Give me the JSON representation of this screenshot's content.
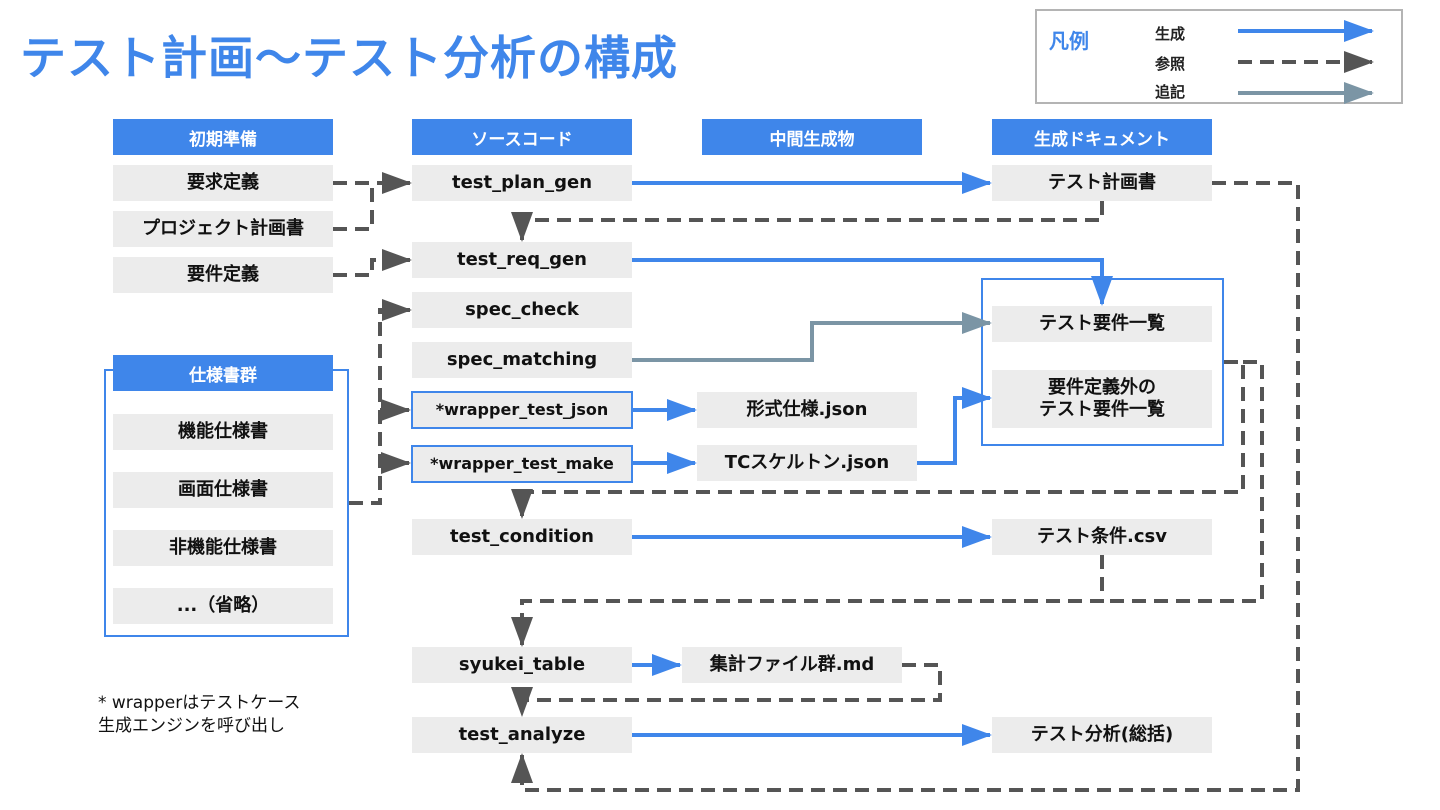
{
  "title": "テスト計画～テスト分析の構成",
  "legend": {
    "title": "凡例",
    "items": [
      {
        "label": "生成",
        "style": "solid",
        "color": "#3f86ea"
      },
      {
        "label": "参照",
        "style": "dashed",
        "color": "#555555"
      },
      {
        "label": "追記",
        "style": "solid",
        "color": "#7b95a5"
      }
    ]
  },
  "columns": {
    "prep": "初期準備",
    "source": "ソースコード",
    "intermediate": "中間生成物",
    "docs": "生成ドキュメント"
  },
  "prep_items": [
    "要求定義",
    "プロジェクト計画書",
    "要件定義"
  ],
  "spec_group": {
    "title": "仕様書群",
    "items": [
      "機能仕様書",
      "画面仕様書",
      "非機能仕様書",
      "...（省略）"
    ]
  },
  "source_items": {
    "test_plan_gen": "test_plan_gen",
    "test_req_gen": "test_req_gen",
    "spec_check": "spec_check",
    "spec_matching": "spec_matching",
    "wrapper_test_json": "*wrapper_test_json",
    "wrapper_test_make": "*wrapper_test_make",
    "test_condition": "test_condition",
    "syukei_table": "syukei_table",
    "test_analyze": "test_analyze"
  },
  "intermediate_items": {
    "form_spec": "形式仕様.json",
    "tc_skeleton": "TCスケルトン.json",
    "syukei_files": "集計ファイル群.md"
  },
  "doc_items": {
    "test_plan": "テスト計画書",
    "req_list": "テスト要件一覧",
    "extra_req_list": "要件定義外の\nテスト要件一覧",
    "test_conditions": "テスト条件.csv",
    "test_analysis": "テスト分析(総括)"
  },
  "note": "* wrapperはテストケース\n生成エンジンを呼び出し",
  "colors": {
    "accent": "#3f86ea",
    "reference": "#555555",
    "append": "#7b95a5",
    "box_bg": "#ececec"
  }
}
